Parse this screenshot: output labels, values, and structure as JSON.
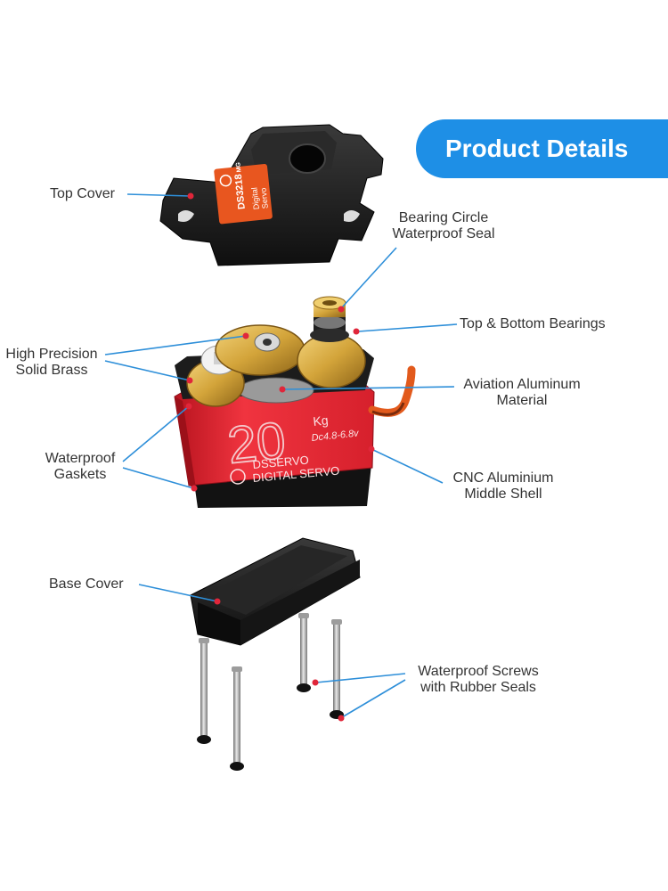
{
  "header": {
    "title": "Product Details"
  },
  "servo": {
    "model": "DS3218",
    "model_suffix": "MG",
    "top_brand_line1": "Digital",
    "top_brand_line2": "Servo",
    "torque": "20",
    "torque_unit": "Kg",
    "voltage": "Dc4.8-6.8v",
    "brand": "DSSERVO",
    "brand_sub": "DIGITAL SERVO"
  },
  "labels": {
    "top_cover": "Top Cover",
    "bearing_circle_line1": "Bearing Circle",
    "bearing_circle_line2": "Waterproof Seal",
    "top_bottom_bearings": "Top & Bottom Bearings",
    "brass_line1": "High Precision",
    "brass_line2": "Solid Brass",
    "aviation_line1": "Aviation Aluminum",
    "aviation_line2": "Material",
    "gaskets_line1": "Waterproof",
    "gaskets_line2": "Gaskets",
    "cnc_line1": "CNC Aluminium",
    "cnc_line2": "Middle Shell",
    "base_cover": "Base Cover",
    "screws_line1": "Waterproof Screws",
    "screws_line2": "with Rubber Seals"
  },
  "colors": {
    "accent": "#1e8fe6",
    "leader": "#2e8fd9",
    "marker": "#e0263a",
    "shell": "#e8303d",
    "brass": "#d3a43a",
    "plastic": "#1b1b1b"
  }
}
